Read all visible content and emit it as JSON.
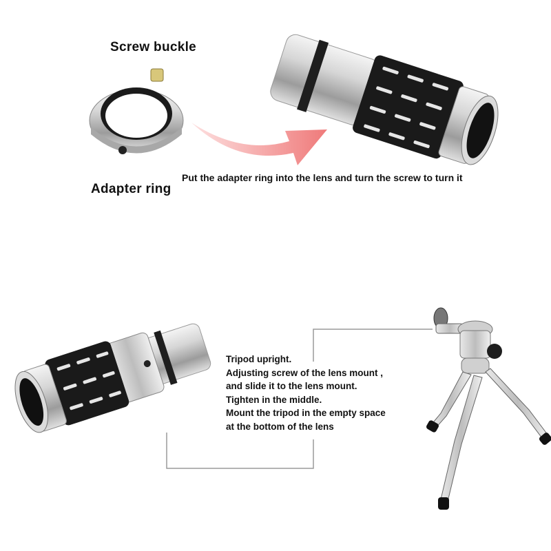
{
  "labels": {
    "screw_buckle": "Screw buckle",
    "adapter_ring": "Adapter ring",
    "step1_instruction": "Put the adapter ring into the lens and turn the screw to turn it"
  },
  "step2_instructions": [
    "Tripod upright.",
    "Adjusting screw of the lens mount ,",
    " and slide it to the lens mount.",
    "Tighten in the middle.",
    "Mount the tripod in the empty space",
    "at the bottom of the lens"
  ],
  "colors": {
    "arrow": "#f08080",
    "lens_body": "#c9c9c9",
    "grip": "#1a1a1a",
    "connector_line": "#9a9a9a"
  }
}
